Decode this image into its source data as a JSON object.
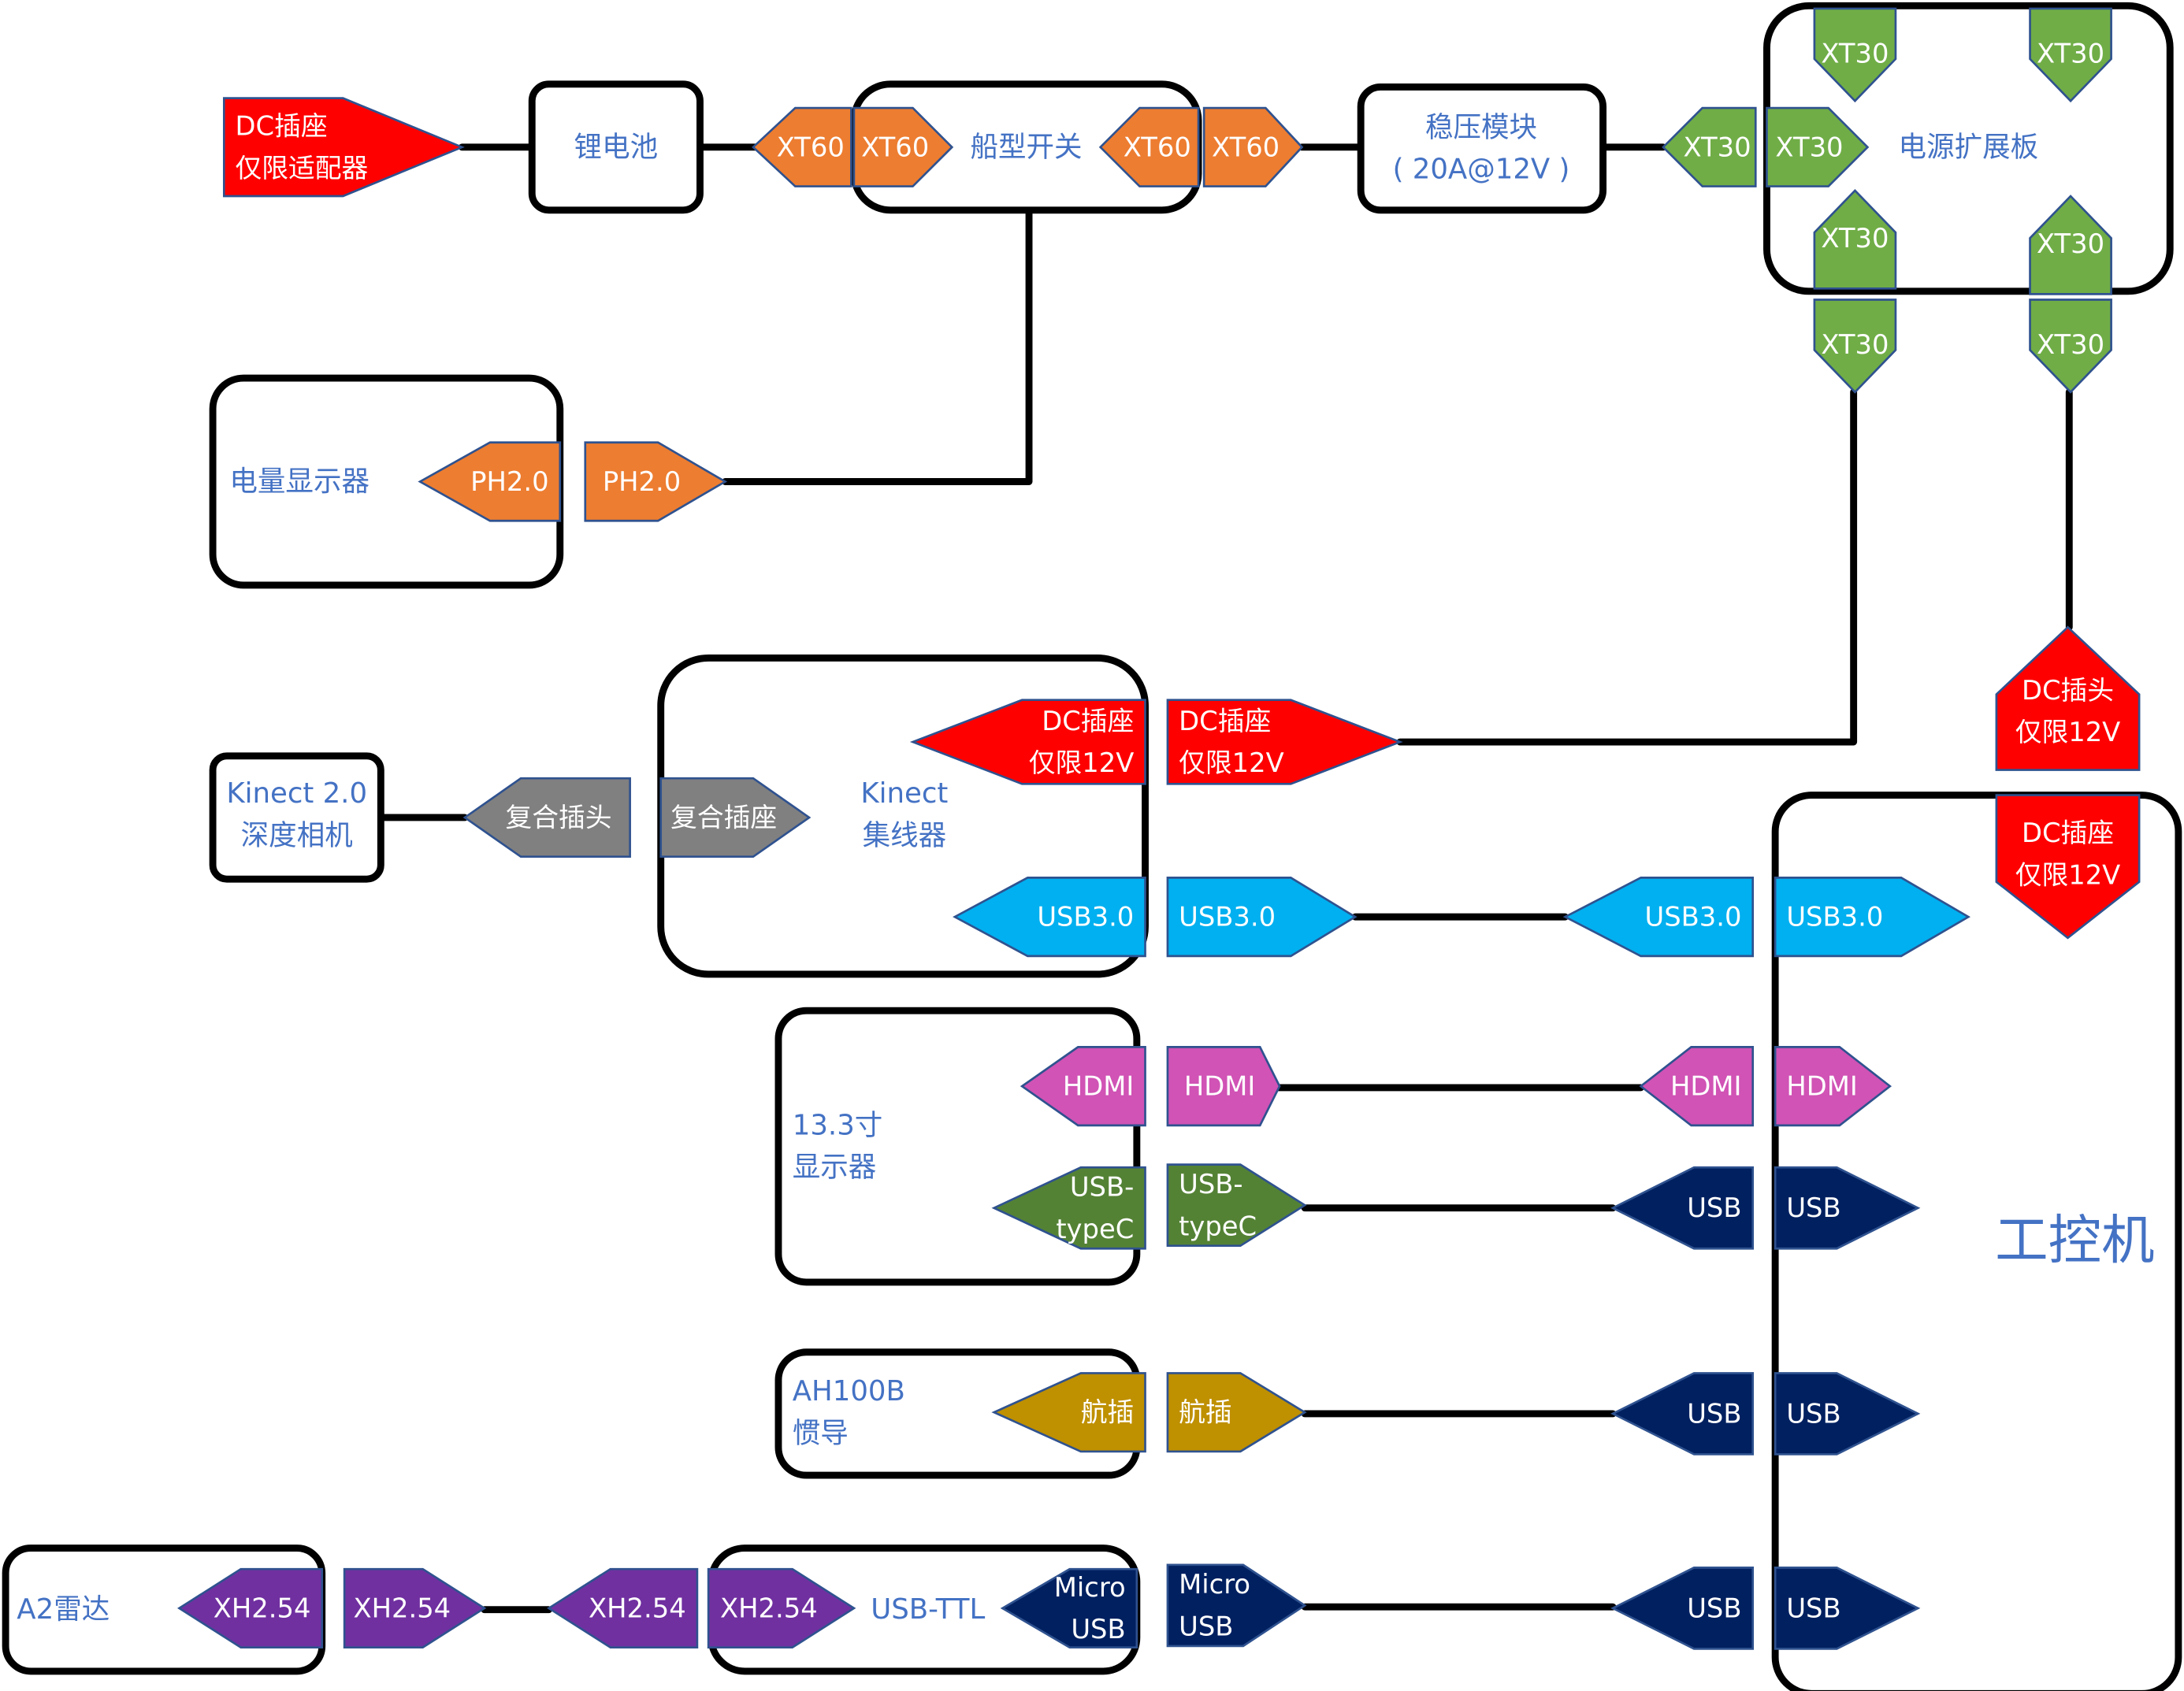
{
  "title": "Robot system wiring diagram",
  "colors": {
    "xt60": "#ed7d31",
    "xt30": "#70ad47",
    "dc": "#ff0000",
    "composite": "#808080",
    "usb3": "#00b0f0",
    "hdmi": "#d053b5",
    "typec": "#548235",
    "aviation": "#bf9000",
    "usb": "#002060",
    "xh": "#7030a0",
    "label": "#4472c4"
  },
  "devices": {
    "battery": "锂电池",
    "boat_switch": "船型开关",
    "regulator": [
      "稳压模块",
      "( 20A@12V )"
    ],
    "power_board": "电源扩展板",
    "battery_display": "电量显示器",
    "kinect_camera": [
      "Kinect 2.0",
      "深度相机"
    ],
    "kinect_hub": [
      "Kinect",
      "集线器"
    ],
    "display": [
      "13.3寸",
      "显示器"
    ],
    "imu": [
      "AH100B",
      "惯导"
    ],
    "lidar": "A2雷达",
    "usb_ttl": "USB-TTL",
    "ipc": "工控机"
  },
  "connectors": {
    "dc_adapter": [
      "DC插座",
      "仅限适配器"
    ],
    "xt60": "XT60",
    "xt30": "XT30",
    "ph20": "PH2.0",
    "dc_socket_12v": [
      "DC插座",
      "仅限12V"
    ],
    "dc_plug_12v": [
      "DC插头",
      "仅限12V"
    ],
    "composite_plug": "复合插头",
    "composite_socket": "复合插座",
    "usb3": "USB3.0",
    "hdmi": "HDMI",
    "typec": [
      "USB-",
      "typeC"
    ],
    "aviation": "航插",
    "usb": "USB",
    "micro_usb": [
      "Micro",
      "USB"
    ],
    "xh254": "XH2.54"
  }
}
